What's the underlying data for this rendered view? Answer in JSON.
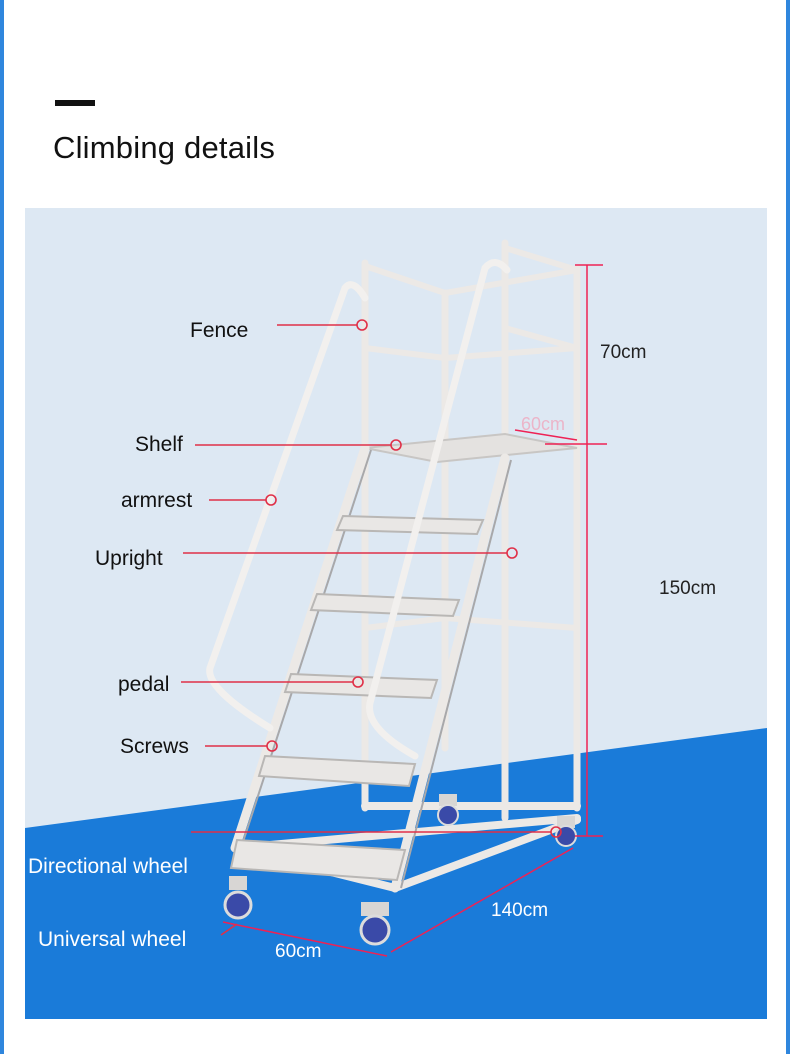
{
  "header": {
    "title": "Climbing details"
  },
  "colors": {
    "edge": "#2f86dd",
    "sky": "#dde8f3",
    "floor": "#1a7bd9",
    "frame": "#ece9e6",
    "frame_shadow": "#a8a8aa",
    "leader": "#e03048",
    "dimension": "#ee2255",
    "wheel": "#3a4aa8"
  },
  "labels": {
    "fence": "Fence",
    "shelf": "Shelf",
    "armrest": "armrest",
    "upright": "Upright",
    "pedal": "pedal",
    "screws": "Screws",
    "directional_wheel": "Directional wheel",
    "universal_wheel": "Universal wheel"
  },
  "dimensions": {
    "height_top": "70cm",
    "height_total": "150cm",
    "length": "140cm",
    "width": "60cm",
    "shelf_depth": "60cm"
  }
}
